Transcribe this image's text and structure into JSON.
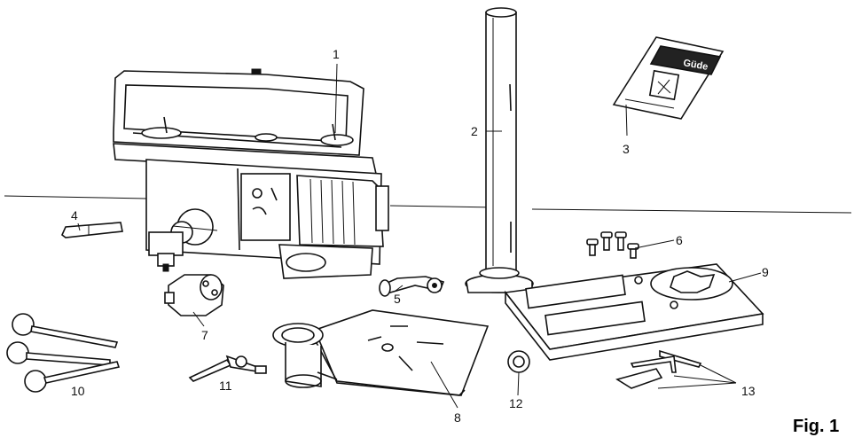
{
  "figure": {
    "caption": "Fig. 1"
  },
  "callouts": [
    {
      "id": "1",
      "label": "1"
    },
    {
      "id": "2",
      "label": "2"
    },
    {
      "id": "3",
      "label": "3"
    },
    {
      "id": "4",
      "label": "4"
    },
    {
      "id": "5",
      "label": "5"
    },
    {
      "id": "6",
      "label": "6"
    },
    {
      "id": "7",
      "label": "7"
    },
    {
      "id": "8",
      "label": "8"
    },
    {
      "id": "9",
      "label": "9"
    },
    {
      "id": "10",
      "label": "10"
    },
    {
      "id": "11",
      "label": "11"
    },
    {
      "id": "12",
      "label": "12"
    },
    {
      "id": "13",
      "label": "13"
    }
  ],
  "manual_cover": {
    "brand": "Güde"
  }
}
